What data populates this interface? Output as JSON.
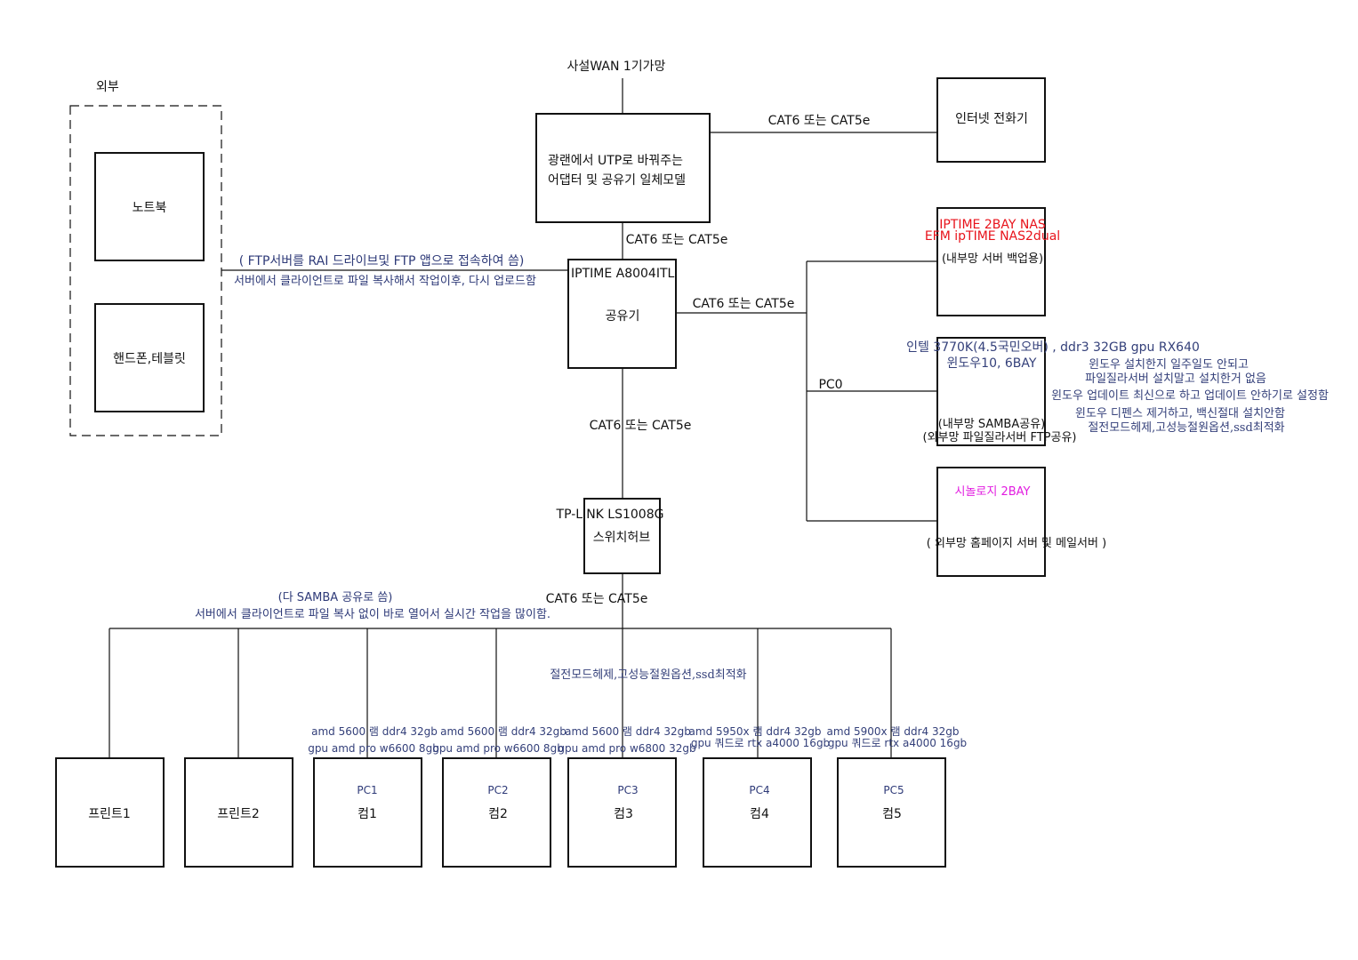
{
  "wan": "사설WAN 1기가망",
  "modem": {
    "line1": "광랜에서 UTP로 바꿔주는",
    "line2": "어댑터 및 공유기 일체모델"
  },
  "phone": "인터넷 전화기",
  "links": {
    "modem_phone": "CAT6 또는 CAT5e",
    "modem_router": "CAT6 또는 CAT5e",
    "router_right": "CAT6 또는 CAT5e",
    "router_switch": "CAT6 또는 CAT5e",
    "switch_bus": "CAT6 또는 CAT5e"
  },
  "router": {
    "model": "IPTIME A8004ITL",
    "label": "공유기"
  },
  "external": {
    "title": "외부",
    "laptop": "노트북",
    "phone_tablet": "핸드폰,테블릿",
    "note1": "( FTP서버를 RAI 드라이브및  FTP 앱으로 접속하여 씀)",
    "note2": "서버에서 클라이언트로 파일 복사해서 작업이후, 다시 업로드함"
  },
  "nas1": {
    "line1": "IPTIME 2BAY NAS",
    "line2": "EFM ipTIME NAS2dual",
    "line3": "(내부망  서버 백업용)"
  },
  "pc0": {
    "label": "PC0",
    "spec1": "인텔 3770K(4.5국민오버) , ddr3 32GB  gpu  RX640",
    "spec2": "윈도우10, 6BAY",
    "role1": "(내부망 SAMBA공유)",
    "role2": "(외부망 파일질라서버 FTP공유)",
    "notes": [
      "윈도우 설치한지 일주일도 안되고",
      "파일질라서버 설치말고 설치한거 없음",
      "윈도우 업데이트 최신으로 하고 업데이트 안하기로 설정함",
      "윈도우 디펜스 제거하고, 백신절대 설치안함"
    ],
    "power_note": "절전모드헤제,고성능절원옵션,ssd최적화"
  },
  "nas2": {
    "line1": "시놀로지 2BAY",
    "line2": "( 외부망 홈페이지 서버 및 메일서버 )"
  },
  "switch": {
    "model": "TP-LINK LS1008G",
    "label": "스위치허브"
  },
  "lan_note": {
    "line1": "(다 SAMBA 공유로 씀)",
    "line2": "서버에서 클라이언트로 파일 복사 없이 바로 열어서 실시간 작업을 많이함."
  },
  "lan_power_note": "절전모드헤제,고성능절원옵션,ssd최적화",
  "printers": [
    "프린트1",
    "프린트2"
  ],
  "pcs": [
    {
      "tag": "PC1",
      "name": "컴1",
      "spec1": "amd 5600  램 ddr4 32gb",
      "spec2": "gpu amd pro w6600 8gb"
    },
    {
      "tag": "PC2",
      "name": "컴2",
      "spec1": "amd 5600  램 ddr4 32gb",
      "spec2": "gpu amd pro w6600 8gb"
    },
    {
      "tag": "PC3",
      "name": "컴3",
      "spec1": "amd 5600  램 ddr4 32gb",
      "spec2": "gpu amd pro w6800 32gb"
    },
    {
      "tag": "PC4",
      "name": "컴4",
      "spec1": "amd 5950x  램 ddr4 32gb",
      "spec2": "gpu 쿼드로 rtx a4000 16gb"
    },
    {
      "tag": "PC5",
      "name": "컴5",
      "spec1": "amd 5900x  램 ddr4 32gb",
      "spec2": "gpu 쿼드로 rtx a4000 16gb"
    }
  ],
  "colors": {
    "line": "#111111",
    "blue_text": "#2e3a78",
    "red_text": "#e8131b",
    "magenta_text": "#e21ce0"
  }
}
